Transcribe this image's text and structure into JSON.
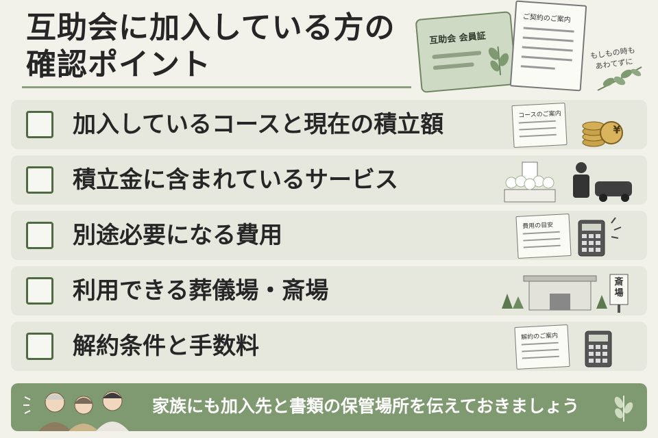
{
  "header": {
    "title_line1": "互助会に加入している方の",
    "title_line2": "確認ポイント"
  },
  "hero": {
    "card_label": "互助会 会員証",
    "doc_label": "ご契約のご案内",
    "note_line1": "もしもの時も",
    "note_line2": "あわてずに"
  },
  "checklist": [
    {
      "label": "加入しているコースと現在の積立額",
      "illustration": "course-guide-and-coins",
      "doc_label": "コースのご案内",
      "coin_symbol": "¥"
    },
    {
      "label": "積立金に含まれているサービス",
      "illustration": "funeral-altar-staff-car"
    },
    {
      "label": "別途必要になる費用",
      "illustration": "cost-estimate-calculator",
      "doc_label": "費用の目安"
    },
    {
      "label": "利用できる葬儀場・斎場",
      "illustration": "funeral-hall",
      "sign_text": "斎場"
    },
    {
      "label": "解約条件と手数料",
      "illustration": "cancellation-guide-calculator",
      "doc_label": "解約のご案内"
    }
  ],
  "banner": {
    "text": "家族にも加入先と書類の保管場所を伝えておきましょう",
    "illustration": "family-icon"
  },
  "colors": {
    "background": "#f3f2ea",
    "row_background": "#e6e8de",
    "accent_green": "#7f9a70",
    "checkbox_border": "#4f6a43",
    "title_text": "#262626"
  }
}
